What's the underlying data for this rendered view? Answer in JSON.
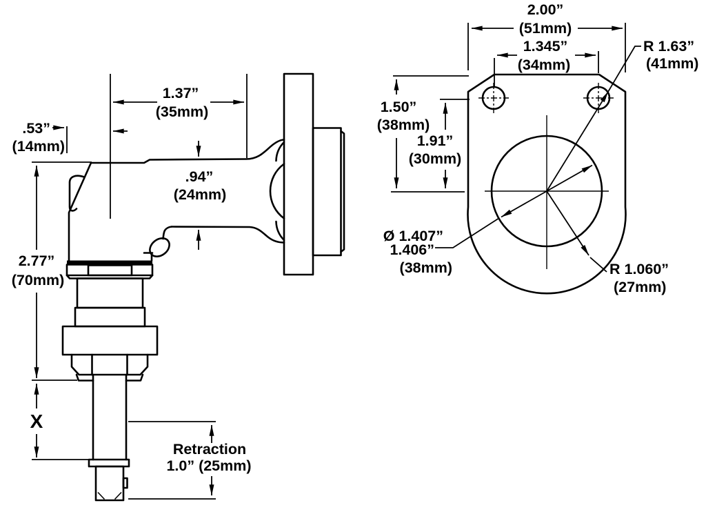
{
  "colors": {
    "line": "#000000",
    "background": "#ffffff"
  },
  "side_view": {
    "dim_width_top": {
      "in": "1.37”",
      "mm": "(35mm)"
    },
    "dim_offset_left": {
      "in": ".53”",
      "mm": "(14mm)"
    },
    "dim_arm_thickness": {
      "in": ".94”",
      "mm": "(24mm)"
    },
    "dim_body_height": {
      "in": "2.77”",
      "mm": "(70mm)"
    },
    "dim_probe_exposed": {
      "label": "X"
    },
    "dim_retraction": {
      "line1": "Retraction",
      "line2": "1.0” (25mm)"
    }
  },
  "front_view": {
    "dim_overall_width": {
      "in": "2.00”",
      "mm": "(51mm)"
    },
    "dim_hole_spacing": {
      "in": "1.345”",
      "mm": "(34mm)"
    },
    "dim_top_to_center": {
      "in": "1.50”",
      "mm": "(38mm)"
    },
    "dim_holes_to_center": {
      "in": "1.91”",
      "mm": "(30mm)"
    },
    "dim_corner_radius": {
      "in": "R 1.63”",
      "mm": "(41mm)"
    },
    "dim_bore_diameter": {
      "line1": "Ø 1.407”",
      "line2": "1.406”",
      "mm": "(38mm)"
    },
    "dim_body_radius": {
      "in": "R 1.060”",
      "mm": "(27mm)"
    }
  }
}
